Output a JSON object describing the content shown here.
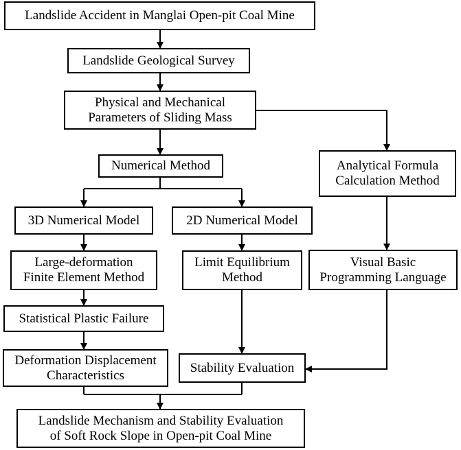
{
  "boxes": {
    "accident": {
      "lines": [
        "Landslide Accident in Manglai Open-pit Coal Mine"
      ]
    },
    "survey": {
      "lines": [
        "Landslide Geological Survey"
      ]
    },
    "parameters": {
      "lines": [
        "Physical and Mechanical",
        "Parameters  of Sliding Mass"
      ]
    },
    "numerical": {
      "lines": [
        "Numerical Method"
      ]
    },
    "analytical": {
      "lines": [
        "Analytical Formula",
        "Calculation Method"
      ]
    },
    "model3d": {
      "lines": [
        "3D Numerical Model"
      ]
    },
    "model2d": {
      "lines": [
        "2D Numerical Model"
      ]
    },
    "large_deformation": {
      "lines": [
        "Large-deformation",
        "Finite Element Method"
      ]
    },
    "limit_equilibrium": {
      "lines": [
        "Limit Equilibrium",
        "Method"
      ]
    },
    "visual_basic": {
      "lines": [
        "Visual Basic",
        "Programming Language"
      ]
    },
    "plastic_failure": {
      "lines": [
        "Statistical Plastic Failure"
      ]
    },
    "deformation": {
      "lines": [
        "Deformation Displacement",
        "Characteristics"
      ]
    },
    "stability": {
      "lines": [
        "Stability Evaluation"
      ]
    },
    "conclusion": {
      "lines": [
        "Landslide Mechanism and Stability Evaluation",
        "of Soft Rock Slope in Open-pit Coal Mine"
      ]
    }
  }
}
